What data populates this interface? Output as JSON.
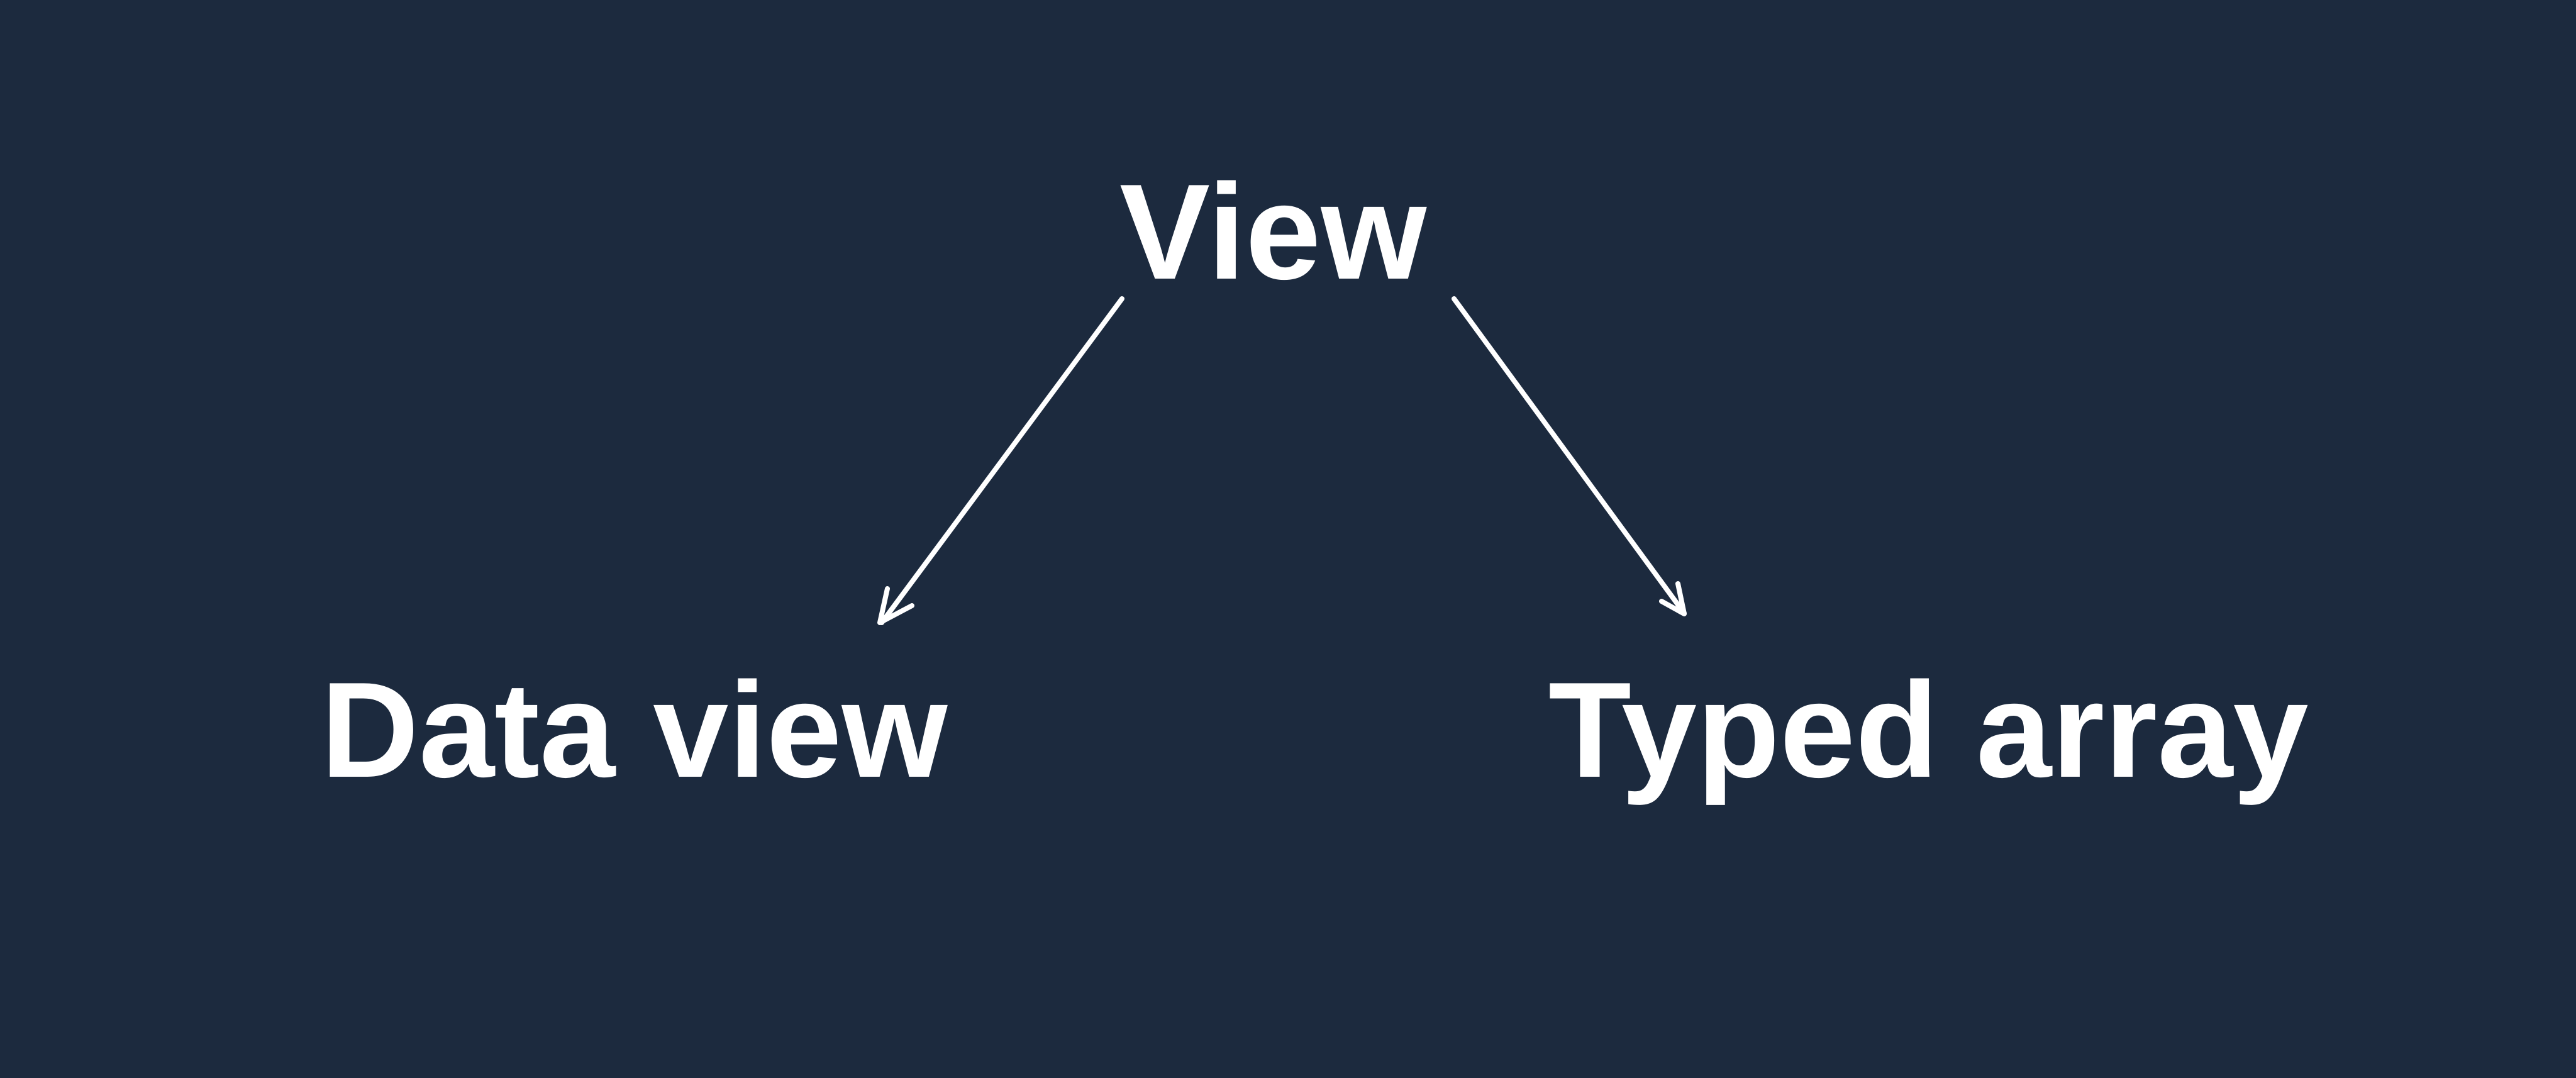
{
  "diagram": {
    "background_color": "#1c2a3e",
    "text_color": "#ffffff",
    "arrow_color": "#ffffff",
    "nodes": {
      "root": "View",
      "left_child": "Data view",
      "right_child": "Typed array"
    },
    "edges": [
      {
        "from": "View",
        "to": "Data view"
      },
      {
        "from": "View",
        "to": "Typed array"
      }
    ]
  }
}
